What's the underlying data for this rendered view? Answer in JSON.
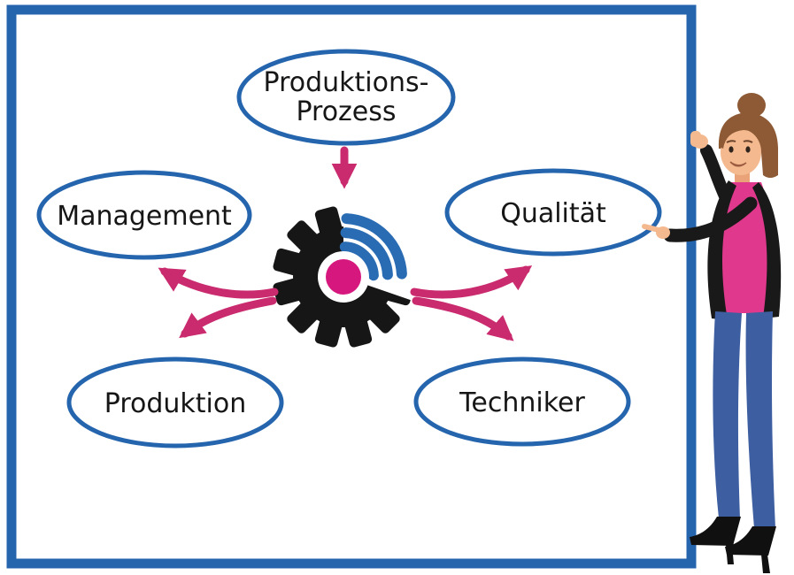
{
  "diagram": {
    "kind": "hub-and-spoke",
    "hub": {
      "icon": "gear-wifi-icon"
    },
    "nodes": {
      "top": {
        "line1": "Produktions-",
        "line2": "Prozess"
      },
      "left": {
        "label": "Management"
      },
      "right": {
        "label": "Qualität"
      },
      "bottom_left": {
        "label": "Produktion"
      },
      "bottom_right": {
        "label": "Techniker"
      }
    },
    "colors": {
      "frame_blue": "#2565ae",
      "node_border_blue": "#2565ae",
      "arrow_pink": "#ca2a6e",
      "gear_black": "#161616",
      "wifi_blue": "#2a6cb4",
      "hub_center_pink": "#d6187e"
    },
    "figure": {
      "icon": "presenter-woman"
    }
  }
}
